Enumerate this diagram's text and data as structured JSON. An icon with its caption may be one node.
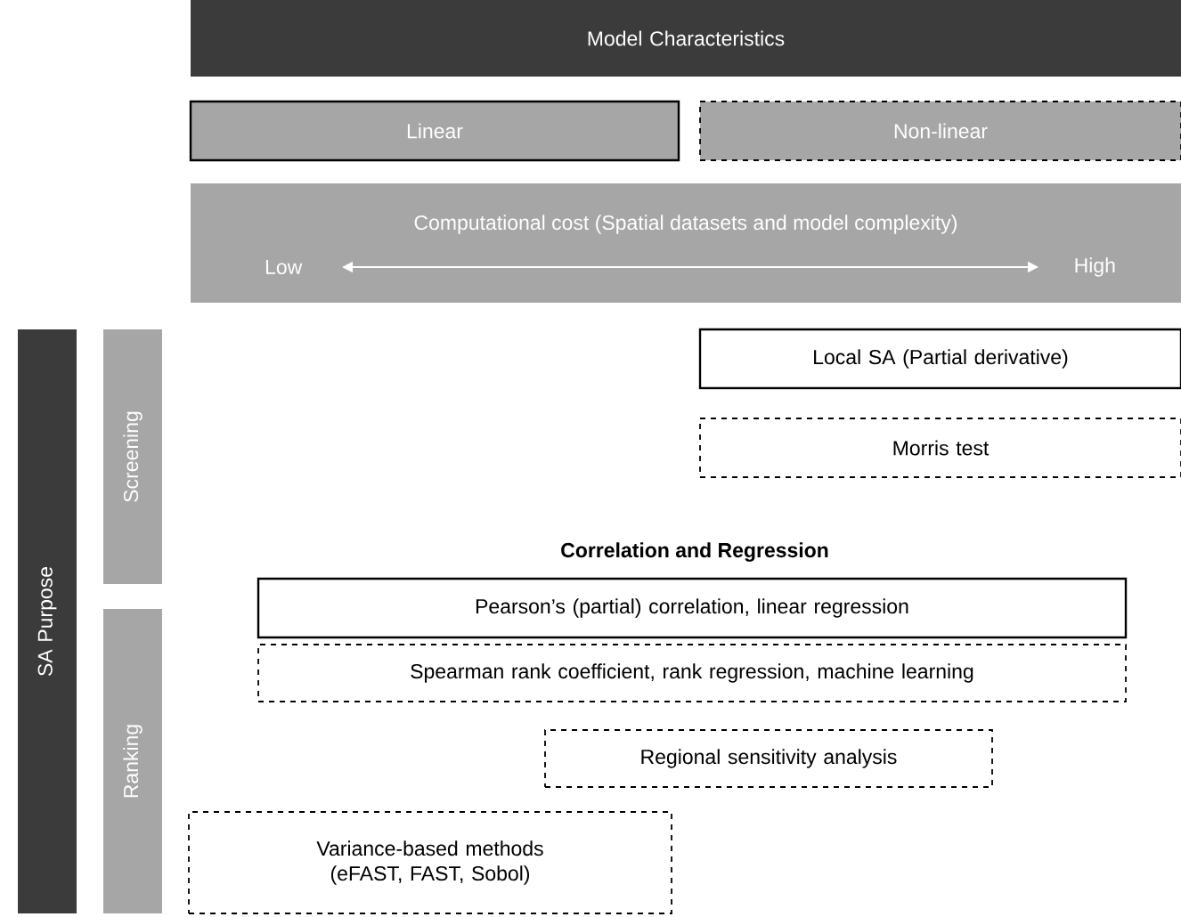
{
  "diagram": {
    "nodes": [
      {
        "text": [
          "Model Characteristics"
        ]
      },
      {
        "text": [
          "Linear"
        ]
      },
      {
        "text": [
          "Non-linear"
        ]
      },
      {
        "text": [
          "Computational cost (Spatial datasets and model complexity)",
          "Low",
          "High"
        ]
      },
      {
        "text": [
          "SA Purpose"
        ]
      },
      {
        "text": [
          "Screening"
        ]
      },
      {
        "text": [
          "Ranking"
        ]
      },
      {
        "text": [
          "Local SA (Partial derivative)"
        ]
      },
      {
        "text": [
          "Morris test"
        ]
      },
      {
        "text": [
          "Pearson’s (partial) correlation, linear regression"
        ]
      },
      {
        "text": [
          "Spearman rank coefficient, rank regression, machine learning"
        ]
      },
      {
        "text": [
          "Regional sensitivity analysis"
        ]
      },
      {
        "text": [
          "Variance-based methods (eFAST, FAST, Sobol)"
        ]
      }
    ],
    "labels": [
      "Correlation and Regression"
    ]
  }
}
